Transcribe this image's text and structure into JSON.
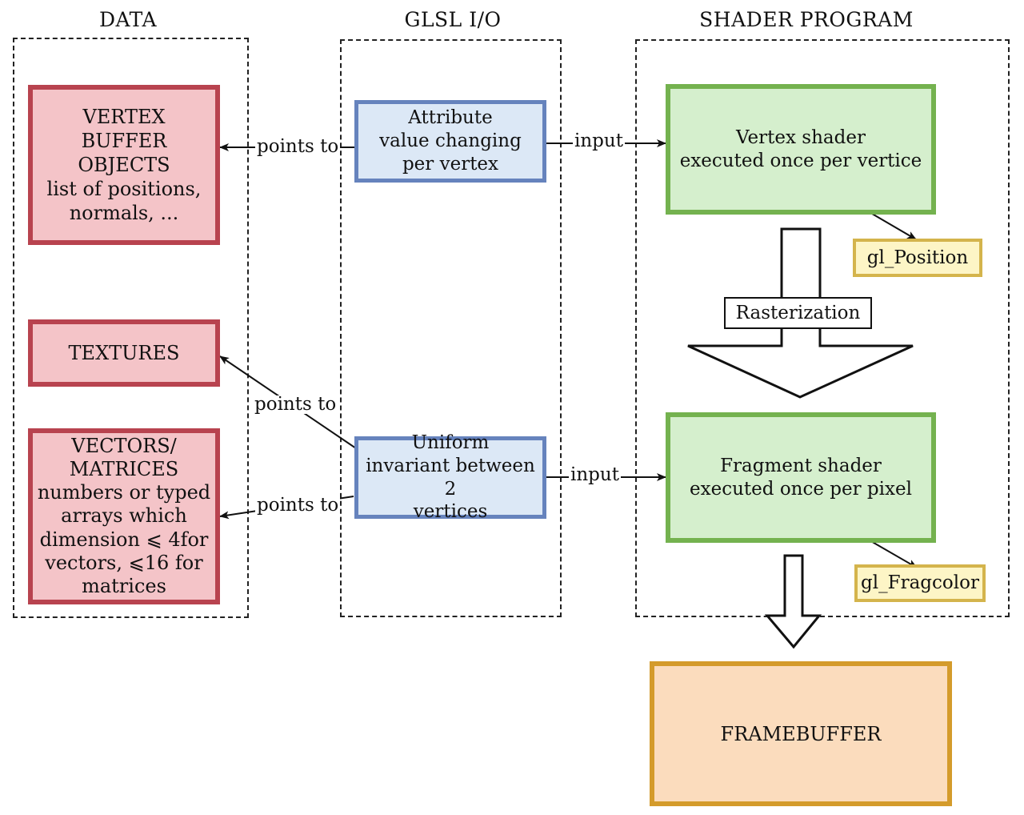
{
  "columns": {
    "data": "DATA",
    "glsl_io": "GLSL I/O",
    "shader_program": "SHADER PROGRAM"
  },
  "data_boxes": {
    "vbo": [
      "VERTEX",
      "BUFFER",
      "OBJECTS",
      "list of positions,",
      "normals, ..."
    ],
    "textures": [
      "TEXTURES"
    ],
    "vectors": [
      "VECTORS/",
      "MATRICES",
      "numbers or typed",
      "arrays which",
      "dimension ⩽ 4for",
      "vectors, ⩽16 for",
      "matrices"
    ]
  },
  "glsl_boxes": {
    "attribute": [
      "Attribute",
      "value changing",
      "per vertex"
    ],
    "uniform": [
      "Uniform",
      "invariant between 2",
      "vertices"
    ]
  },
  "shader_boxes": {
    "vertex": [
      "Vertex shader",
      "executed once per vertice"
    ],
    "fragment": [
      "Fragment shader",
      "executed once per pixel"
    ]
  },
  "outputs": {
    "gl_position": "gl_Position",
    "gl_fragcolor": "gl_Fragcolor"
  },
  "framebuffer": "FRAMEBUFFER",
  "rasterization": "Rasterization",
  "connectors": {
    "points_to_1": "points to",
    "points_to_2": "points to",
    "points_to_3": "points to",
    "input_1": "input",
    "input_2": "input"
  }
}
